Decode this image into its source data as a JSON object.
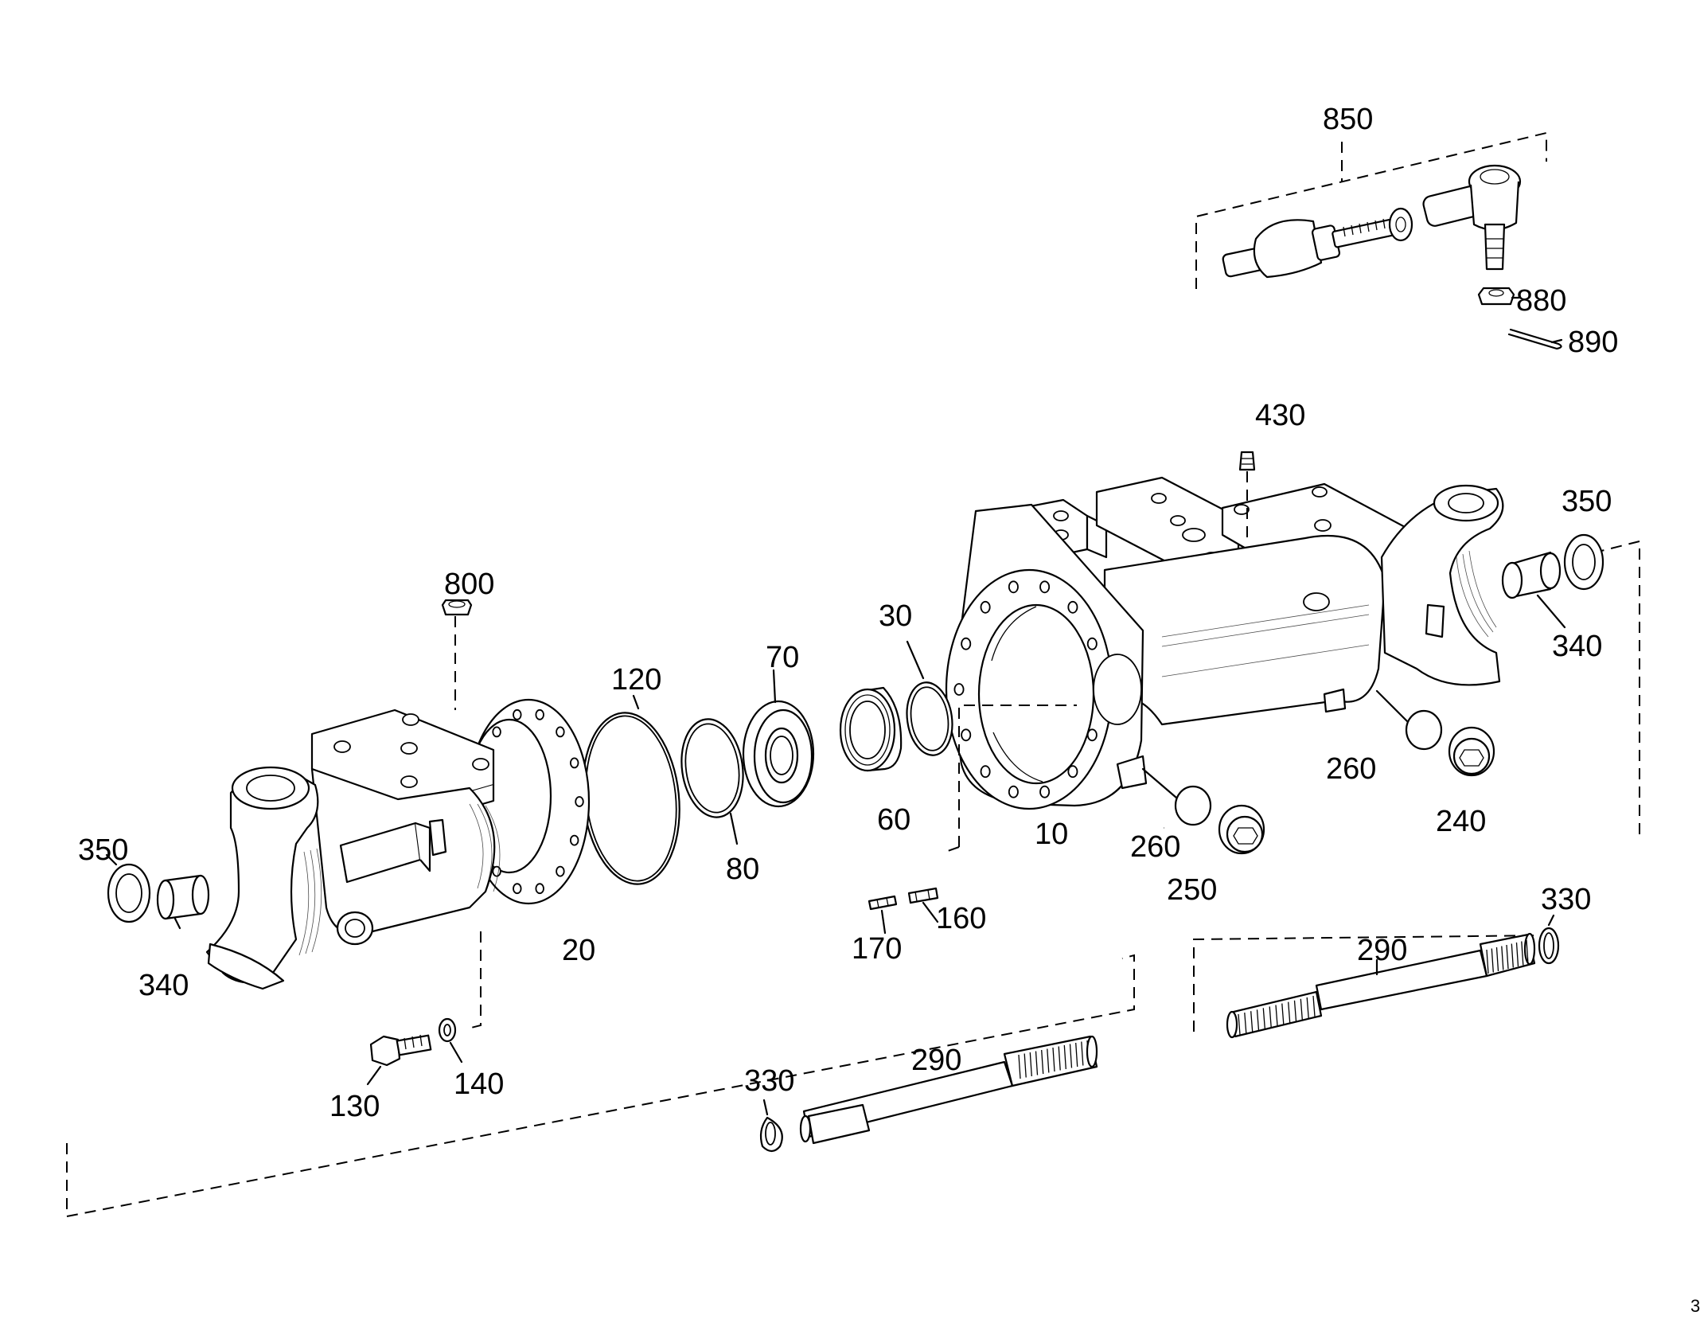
{
  "labels": {
    "p850": "850",
    "p880": "880",
    "p890": "890",
    "p430": "430",
    "p350_right": "350",
    "p340_right": "340",
    "p260_right": "260",
    "p240": "240",
    "p260_center": "260",
    "p250": "250",
    "p10": "10",
    "p30": "30",
    "p60": "60",
    "p70": "70",
    "p80": "80",
    "p120": "120",
    "p800": "800",
    "p20": "20",
    "p160": "160",
    "p170": "170",
    "p350_left": "350",
    "p340_left": "340",
    "p130": "130",
    "p140": "140",
    "p330_left": "330",
    "p290_left": "290",
    "p290_right": "290",
    "p330_right": "330"
  },
  "corner_mark": "3"
}
